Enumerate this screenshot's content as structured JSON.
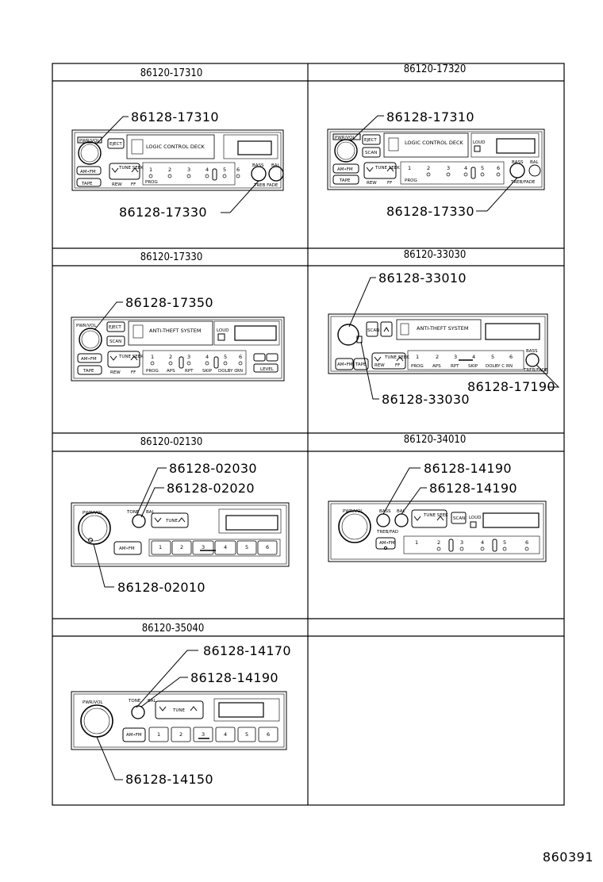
{
  "drawing_id": "860391",
  "cells": [
    {
      "title": "86120-17310",
      "callouts": [
        "86128-17310",
        "86128-17330"
      ],
      "unit_labels": {
        "knob": "PWR/VOL",
        "eject": "EJECT",
        "deck": "LOGIC CONTROL DECK",
        "am_fm": "AM•FM",
        "tape": "TAPE",
        "tune": "TUNE SEEK",
        "rew": "REW",
        "ff": "FF",
        "prog": "PROG",
        "bass": "BASS",
        "bal": "BAL",
        "treble_fade": "TREB FADE"
      }
    },
    {
      "title": "86120-17320",
      "callouts": [
        "86128-17310",
        "86128-17330"
      ],
      "unit_labels": {
        "knob": "PWR/VOL",
        "eject": "EJECT",
        "scan": "SCAN",
        "deck": "LOGIC CONTROL DECK",
        "loud": "LOUD",
        "am_fm": "AM•FM",
        "tape": "TAPE",
        "tune": "TUNE SEEK",
        "rew": "REW",
        "ff": "FF",
        "prog": "PROG",
        "bass": "BASS",
        "bal": "BAL",
        "treble_fade": "TREB/FADE"
      }
    },
    {
      "title": "86120-17330",
      "callouts": [
        "86128-17350"
      ],
      "unit_labels": {
        "knob": "PWR/VOL",
        "eject": "EJECT",
        "scan": "SCAN",
        "deck": "ANTI-THEFT SYSTEM",
        "loud": "LOUD",
        "am_fm": "AM•FM",
        "tape": "TAPE",
        "tune": "TUNE SEEK",
        "rew": "REW",
        "ff": "FF",
        "prog": "PROG",
        "aps": "APS",
        "rpt": "RPT",
        "skip": "SKIP",
        "dolby": "DOLBY C",
        "rn": "RN",
        "level": "LEVEL"
      }
    },
    {
      "title": "86120-33030",
      "callouts": [
        "86128-33010",
        "86128-33030",
        "86128-17190"
      ],
      "unit_labels": {
        "scan": "SCAN",
        "deck": "ANTI-THEFT SYSTEM",
        "am_fm": "AM•FM",
        "tape": "TAPE",
        "tune": "TUNE SEEK",
        "rew": "REW",
        "ff": "FF",
        "prog": "PROG",
        "aps": "APS",
        "rpt": "RPT",
        "skip": "SKIP",
        "dolby": "DOLBY C",
        "rn": "RN",
        "bass": "BASS",
        "treble_fade": "TREB/FADE"
      }
    },
    {
      "title": "86120-02130",
      "callouts": [
        "86128-02030",
        "86128-02020",
        "86128-02010"
      ],
      "unit_labels": {
        "knob": "PWR/VOL",
        "tone": "TONE",
        "bal": "BAL",
        "tune": "TUNE",
        "am_fm": "AM•FM"
      }
    },
    {
      "title": "86120-34010",
      "callouts": [
        "86128-14190",
        "86128-14190"
      ],
      "unit_labels": {
        "knob": "PWR/VOL",
        "bass": "BASS",
        "bal": "BAL",
        "treble": "TREB/FAD",
        "tune": "TUNE SEEK",
        "scan": "SCAN",
        "loud": "LOUD",
        "am_fm": "AM•FM"
      }
    },
    {
      "title": "86120-35040",
      "callouts": [
        "86128-14170",
        "86128-14190",
        "86128-14150"
      ],
      "unit_labels": {
        "knob": "PWR/VOL",
        "tone": "TONE",
        "bal": "BAL",
        "tune": "TUNE",
        "am_fm": "AM•FM"
      }
    },
    {
      "title": "",
      "callouts": [],
      "unit_labels": {}
    }
  ]
}
